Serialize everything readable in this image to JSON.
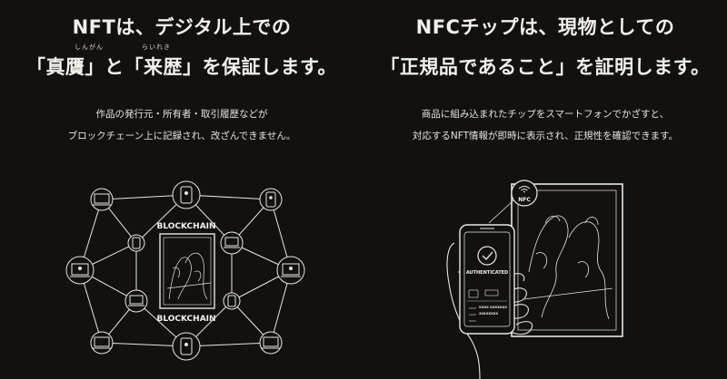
{
  "left": {
    "heading_line1": "NFTは、デジタル上での",
    "heading_line2": "「真贋」と「来歴」を保証します。",
    "ruby_1": "しんがん",
    "ruby_2": "らいれき",
    "sub_line1": "作品の発行元・所有者・取引履歴などが",
    "sub_line2": "ブロックチェーン上に記録され、改ざんできません。",
    "blockchain_top": "BLOCKCHAIN",
    "blockchain_bottom": "BLOCKCHAIN"
  },
  "right": {
    "heading_line1": "NFCチップは、現物としての",
    "heading_line2": "「正規品であること」を証明します。",
    "sub_line1": "商品に組み込まれたチップをスマートフォンでかざすと、",
    "sub_line2": "対応するNFT情報が即時に表示され、正規性を確認できます。",
    "nfc_label": "NFC",
    "phone_status": "AUTHENTICATED",
    "phone_row1": "XXXX XXXXXXX",
    "phone_row2": "20XXXXXX"
  },
  "colors": {
    "background": "#121110",
    "foreground": "#f2f0ea"
  },
  "icons": [
    "user-icon",
    "wifi-icon",
    "check-icon",
    "hand-icon"
  ]
}
